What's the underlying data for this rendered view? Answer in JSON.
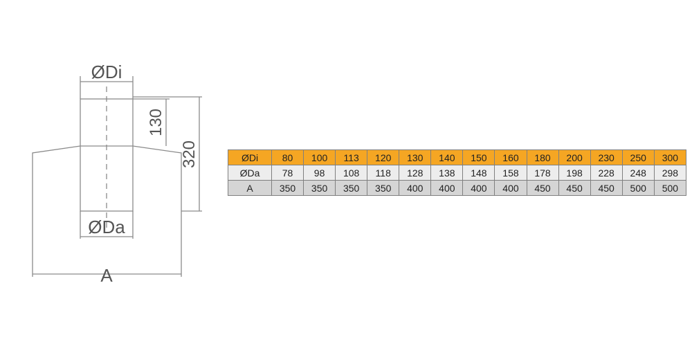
{
  "drawing": {
    "label_di": "ØDi",
    "label_da": "ØDa",
    "label_a": "A",
    "dim_130": "130",
    "dim_320": "320",
    "line_color": "#8a8a8a"
  },
  "table": {
    "colors": {
      "header_row": "#f5a623",
      "row_da": "#ededed",
      "row_a": "#d5d5d5",
      "border": "#7f7f7f"
    },
    "rows": [
      {
        "label": "ØDi",
        "values": [
          "80",
          "100",
          "113",
          "120",
          "130",
          "140",
          "150",
          "160",
          "180",
          "200",
          "230",
          "250",
          "300"
        ]
      },
      {
        "label": "ØDa",
        "values": [
          "78",
          "98",
          "108",
          "118",
          "128",
          "138",
          "148",
          "158",
          "178",
          "198",
          "228",
          "248",
          "298"
        ]
      },
      {
        "label": "A",
        "values": [
          "350",
          "350",
          "350",
          "350",
          "400",
          "400",
          "400",
          "400",
          "450",
          "450",
          "450",
          "500",
          "500"
        ]
      }
    ]
  }
}
